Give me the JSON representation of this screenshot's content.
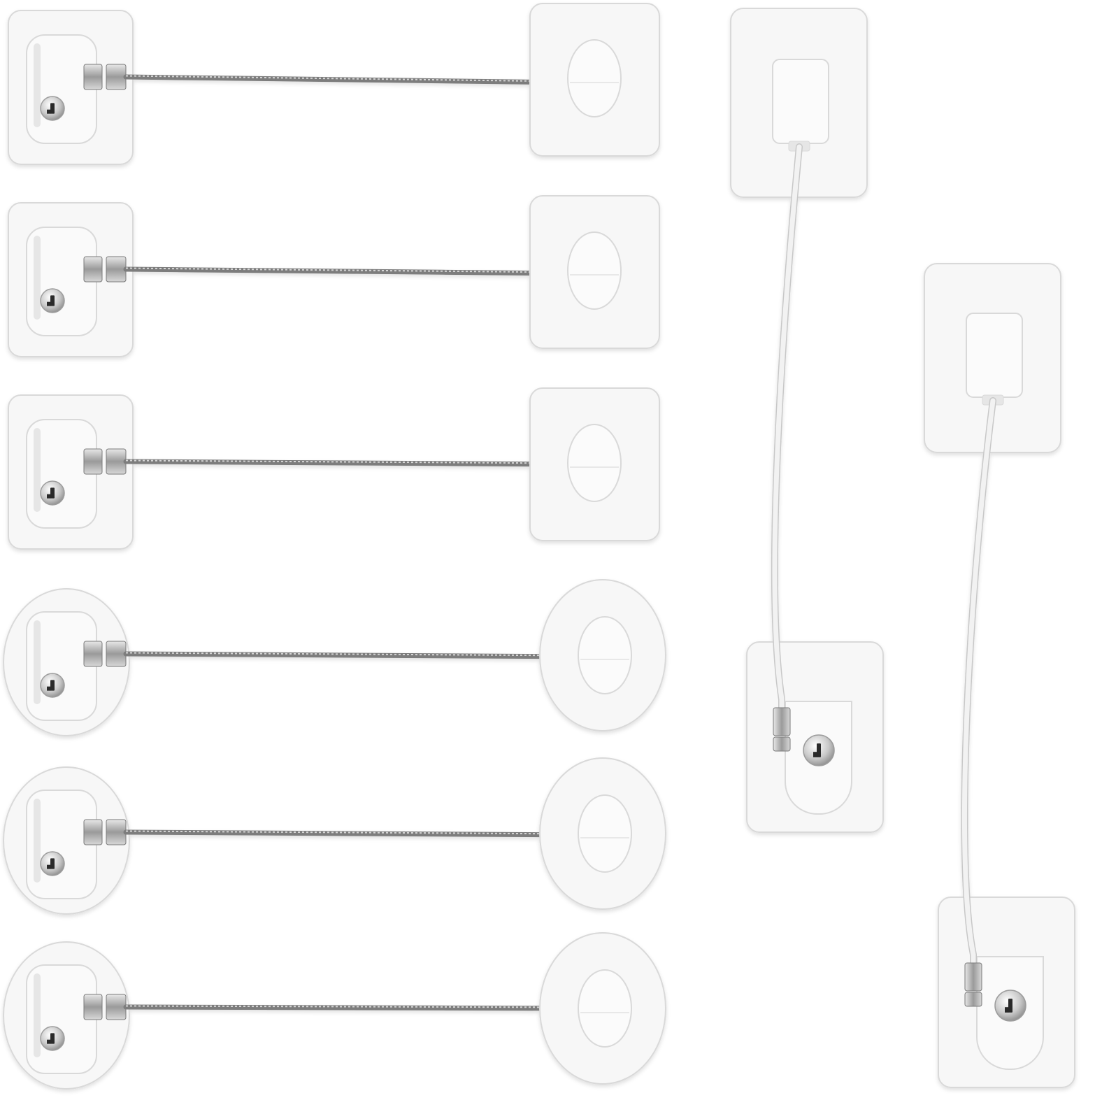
{
  "scene": {
    "background": "#ffffff",
    "colors": {
      "plastic": "#f7f7f7",
      "plastic_edge": "#d9d9d9",
      "plastic_shadow": "#e6e6e6",
      "steel": "#8e8e8e",
      "steel_light": "#d4d4d4",
      "keyhole": "#2a2a2a",
      "white_cable": "#f2f2f2",
      "white_cable_edge": "#c8c8c8"
    },
    "horizontal_locks": [
      {
        "id": "lock-1",
        "base": "square",
        "anchor": "square"
      },
      {
        "id": "lock-2",
        "base": "square",
        "anchor": "square"
      },
      {
        "id": "lock-3",
        "base": "square",
        "anchor": "square"
      },
      {
        "id": "lock-4",
        "base": "round",
        "anchor": "round"
      },
      {
        "id": "lock-5",
        "base": "round",
        "anchor": "round"
      },
      {
        "id": "lock-6",
        "base": "round",
        "anchor": "round"
      }
    ],
    "vertical_locks": [
      {
        "id": "lock-7",
        "cable": "white"
      },
      {
        "id": "lock-8",
        "cable": "white"
      }
    ]
  }
}
